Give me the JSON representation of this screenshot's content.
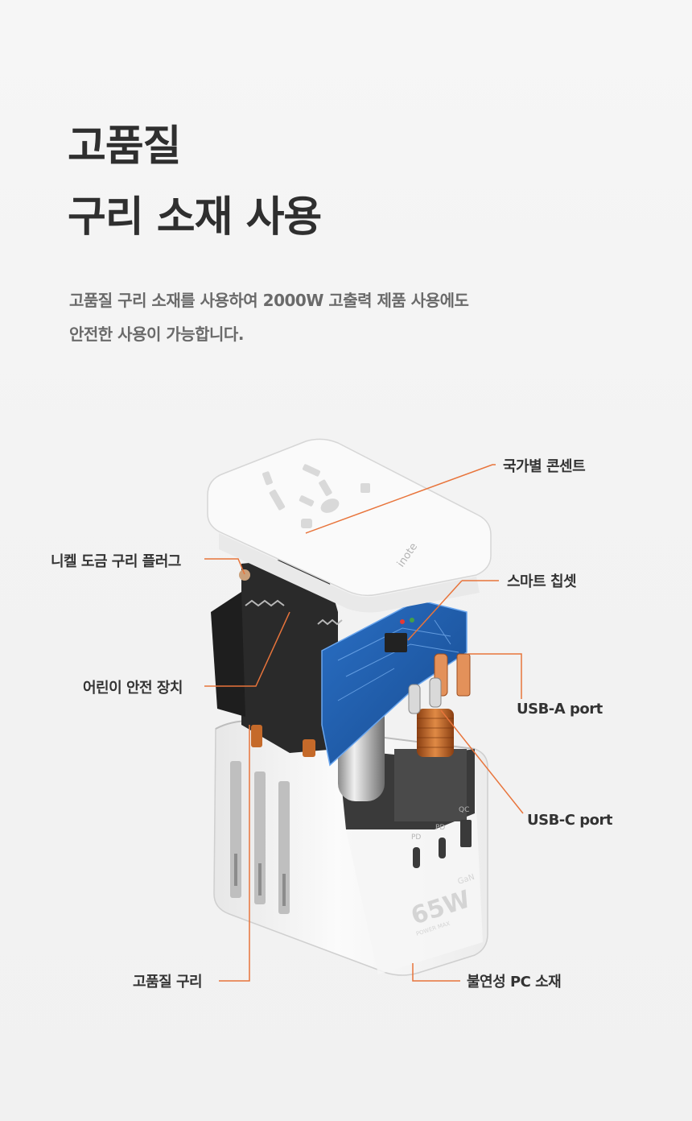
{
  "heading": {
    "line1": "고품질",
    "line2": "구리 소재 사용"
  },
  "description": {
    "line1": "고품질 구리 소재를 사용하여 2000W 고출력 제품 사용에도",
    "line2": "안전한 사용이 가능합니다."
  },
  "product": {
    "brand_mark": "inote",
    "port_marks": [
      "PD",
      "PD",
      "QC"
    ],
    "wattage": "65W",
    "gan_mark": "GaN",
    "power_mark": "POWER MAX"
  },
  "callouts": {
    "socket": "국가별 콘센트",
    "nickel_plug": "니켈 도금 구리 플러그",
    "smart_chipset": "스마트 칩셋",
    "child_safety": "어린이 안전 장치",
    "usb_a": "USB-A port",
    "usb_c": "USB-C port",
    "copper": "고품질 구리",
    "pc_material": "불연성 PC 소재"
  },
  "colors": {
    "accent": "#e8743b",
    "pcb_blue": "#1f5fb0",
    "copper": "#c56a2a"
  }
}
